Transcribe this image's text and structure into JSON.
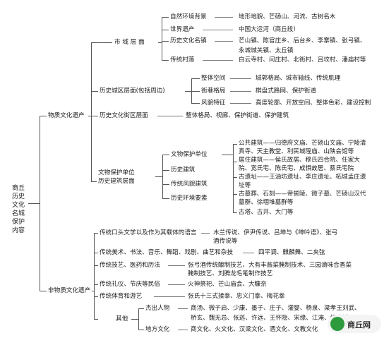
{
  "root": "商丘历史文化名城保护内容",
  "material": {
    "label": "物质文化遗产",
    "city": {
      "label": "市 域 层 面",
      "items": [
        {
          "label": "自然环境背景",
          "desc": "地形地貌、芒砀山、河流、古树名木"
        },
        {
          "label": "世界遗产",
          "desc": "中国大运河（商丘段）"
        },
        {
          "label": "历史文化名镇",
          "desc": [
            "芒山镇、陈官庄乡、后台乡、李寨镇、张弓镇、",
            "永城城关镇、太丘镇"
          ]
        },
        {
          "label": "传统村落",
          "desc": "白云寺村、闫庄村、北街村、吕坟村、潘庙村等"
        }
      ]
    },
    "district": {
      "label": "历史城区层面(包括周边)",
      "items": [
        {
          "label": "整体空间",
          "desc": "城郭格局、城市轴线、传统肌理"
        },
        {
          "label": "街巷格局",
          "desc": "棋盘式路网、保护街道"
        },
        {
          "label": "风貌特征",
          "desc": "高度轮廓、开放空间、整体色彩、建设控制"
        }
      ]
    },
    "block": {
      "label": "历史文化街区层面",
      "desc": "整体格局、视廊、保护街道、保护建筑"
    },
    "unit": {
      "label": [
        "文物保护单位",
        "历史建筑层面"
      ],
      "items": [
        "文物保护单位",
        "历史建筑",
        "传统风貌建筑",
        "历史环境要素"
      ],
      "descs": [
        [
          "公共建筑——归德府文庙、芒砀山文庙、宁陵清",
          "真寺、天主教堂、利民城隍庙、山陕会馆等"
        ],
        [
          "居住建筑——侯氏故居、穆氏四合院、任家大",
          "院、宽氏宅、陈氏宅、成惧故居、蔡氏宅院"
        ],
        [
          "古遗址——王油坊遗址、李庄遗址、柘城孟庄遗",
          "址等"
        ],
        [
          "古墓葬、石刻——帝喾陵、微子墓、芒砀山汉代",
          "墓群、徐堌堆墓群等"
        ],
        [
          "古塔、古井、大门等"
        ]
      ]
    }
  },
  "intangible": {
    "label": "非物质文化遗产",
    "items": [
      {
        "label": "传统口头文学以及作为其载体的语言",
        "desc": [
          "木兰传说、伊尹传说、吕坤与《呻吟语》、张弓",
          "酒传说等"
        ]
      },
      {
        "label": "传统美术、书法、音乐、舞蹈、戏剧、曲艺和杂技",
        "desc": [
          "四平调、麒麟舞、二夹弦"
        ]
      },
      {
        "label": "传统技艺、医药和历法",
        "desc": [
          "张弓酒传统酿制技艺、大有丰酱菜腌制技术、三园滴味合香菜",
          "腌制技艺、刘腾龙毛笔制作技艺"
        ]
      },
      {
        "label": "传统礼仪、节庆等民俗",
        "desc": [
          "火神祭祀、芒山庙会、大糠奈"
        ]
      },
      {
        "label": "传统体育和游艺",
        "desc": [
          "张氏十三式揉拳、忠义门拳、梅花拳"
        ]
      }
    ],
    "other": {
      "label": "其他",
      "people": {
        "label": "杰出人物",
        "desc": [
          "商汤、微子启、少康、墨子、庄子、灌婴、杨泉、梁孝王刘武、",
          "桥玄、魏无忌、张巡、许远、王怀隐、宋缘、江淹、侯方域"
        ]
      },
      "culture": {
        "label": "地方文化",
        "desc": "商文化、火文化、汉梁文化、酒文化、文教文化"
      }
    }
  },
  "watermark": "商丘网"
}
